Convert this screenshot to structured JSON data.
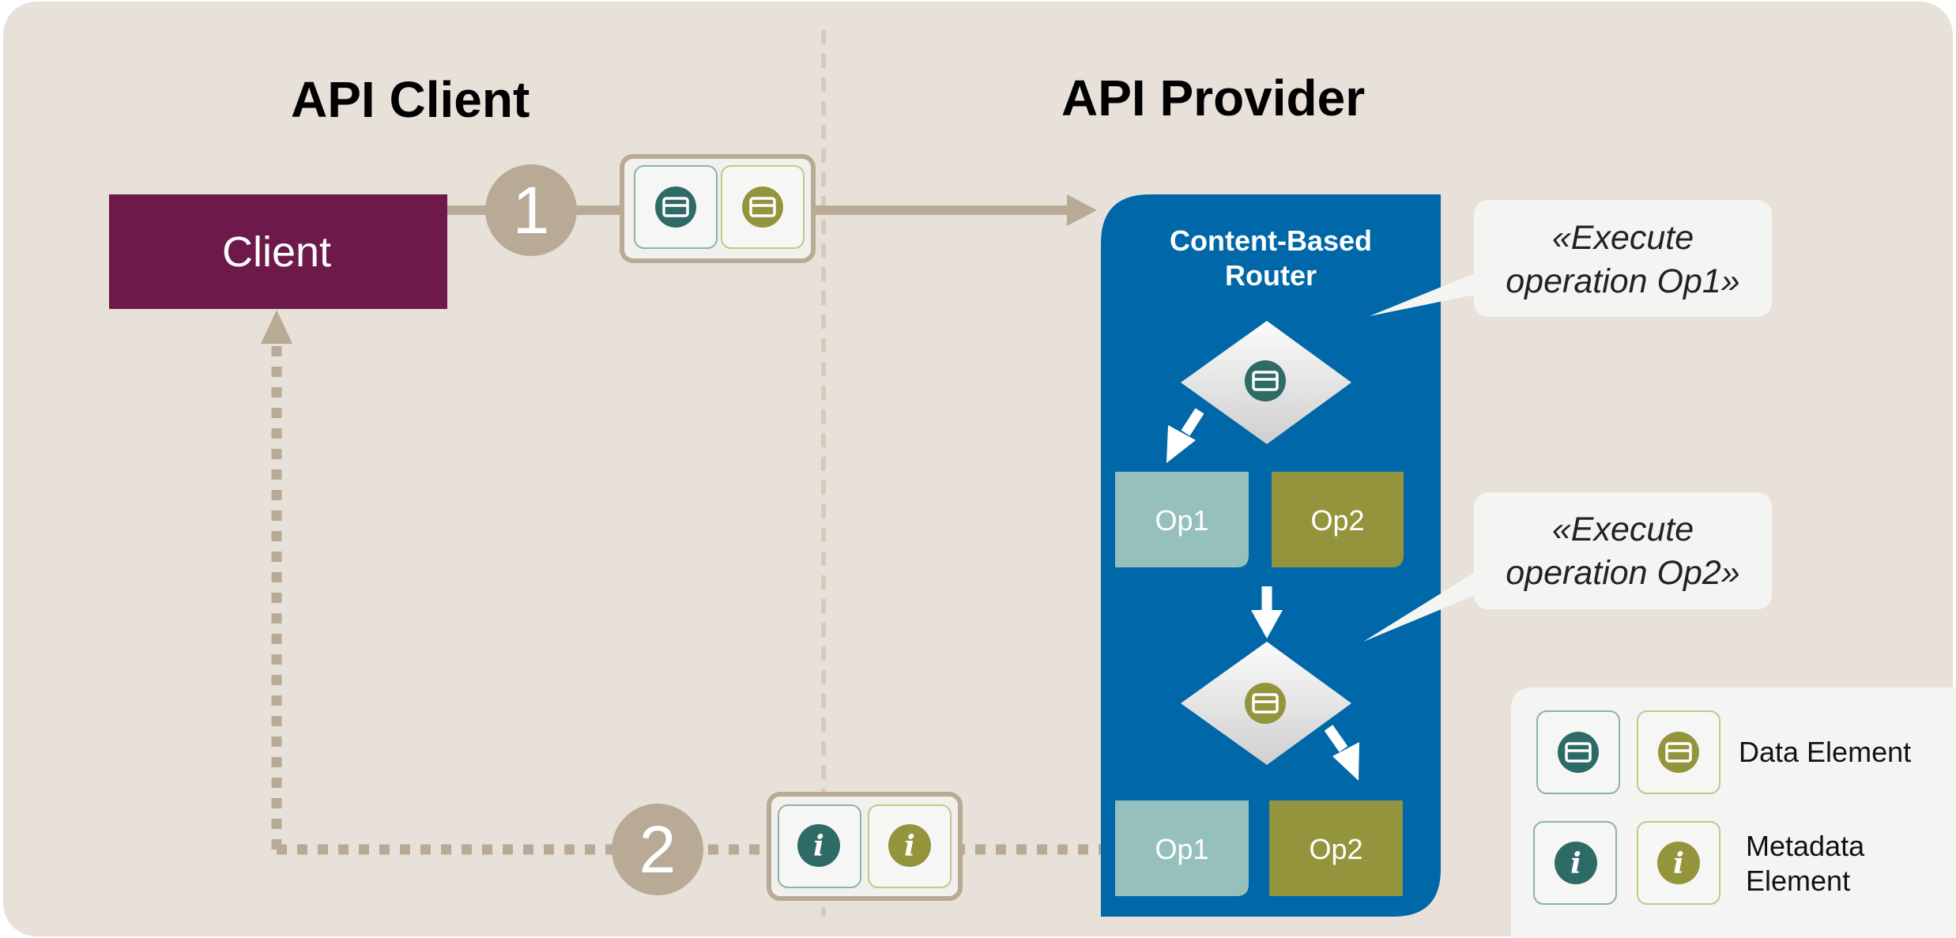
{
  "headings": {
    "client_side": "API Client",
    "provider_side": "API Provider"
  },
  "client": {
    "label": "Client"
  },
  "steps": {
    "request": "1",
    "response": "2"
  },
  "router": {
    "title_line1": "Content-Based",
    "title_line2": "Router"
  },
  "operations": {
    "top_left": "Op1",
    "top_right": "Op2",
    "bottom_left": "Op1",
    "bottom_right": "Op2"
  },
  "callouts": {
    "first": {
      "line1": "«Execute",
      "line2": "operation Op1»"
    },
    "second": {
      "line1": "«Execute",
      "line2": "operation Op2»"
    }
  },
  "legend": {
    "data_element": "Data Element",
    "metadata_line1": "Metadata",
    "metadata_line2": "Element"
  },
  "colors": {
    "background": "#e8e1d9",
    "client": "#6d1a4b",
    "connector": "#b9aa96",
    "router": "#0068a8",
    "op1": "#95c0bb",
    "op2": "#94943c",
    "teal_icon": "#2e6a66",
    "olive_icon": "#94943c",
    "legend_bg": "#f4f4f2"
  },
  "icons": [
    "card-icon",
    "info-icon",
    "arrow-icon",
    "diamond-icon"
  ]
}
